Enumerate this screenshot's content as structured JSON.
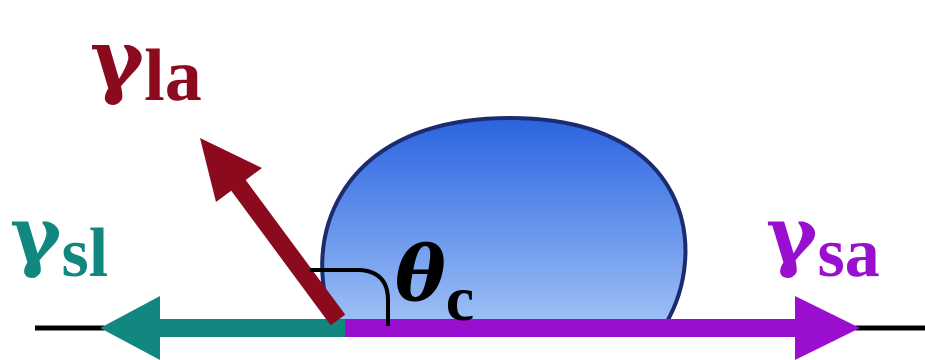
{
  "labels": {
    "liquid_air": {
      "symbol": "γ",
      "subscript": "la"
    },
    "solid_liquid": {
      "symbol": "γ",
      "subscript": "sl"
    },
    "solid_air": {
      "symbol": "γ",
      "subscript": "sa"
    },
    "contact_angle": {
      "symbol": "θ",
      "subscript": "c"
    }
  },
  "colors": {
    "liquid_air": "#8b0a1e",
    "solid_liquid": "#12877f",
    "solid_air": "#9a0fcf",
    "surface": "#000000",
    "droplet_top": "#2a63e0",
    "droplet_bottom": "#9ec1f6",
    "droplet_outline": "#1c2a6e",
    "angle_arc": "#000000"
  }
}
